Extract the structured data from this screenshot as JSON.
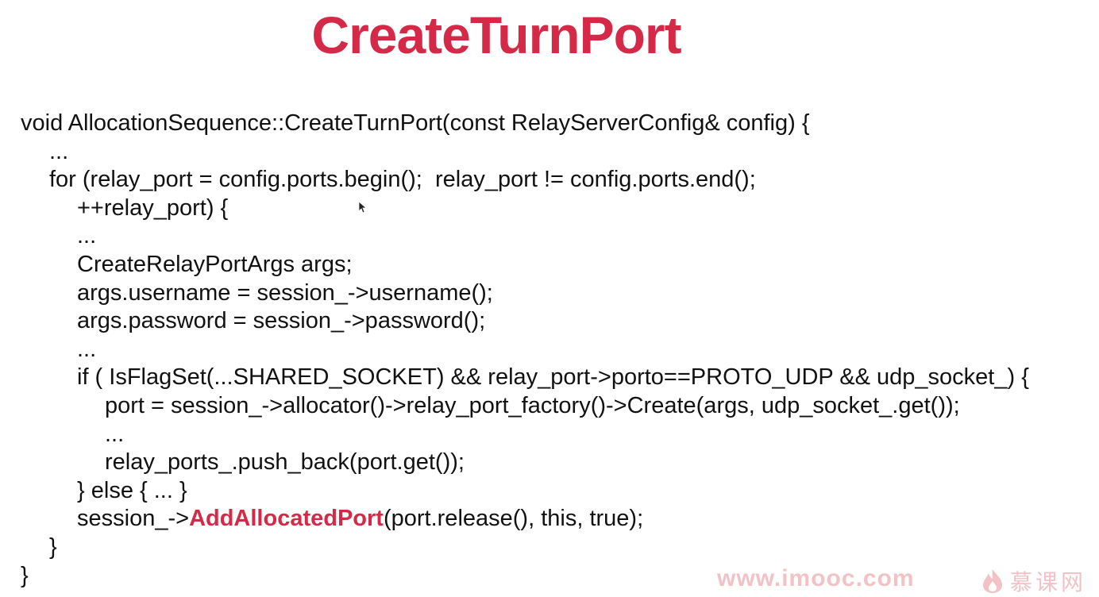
{
  "slide": {
    "title": "CreateTurnPort"
  },
  "code": {
    "lines": [
      {
        "indent": 0,
        "text": "void AllocationSequence::CreateTurnPort(const RelayServerConfig& config) {"
      },
      {
        "indent": 1,
        "text": "..."
      },
      {
        "indent": 1,
        "text": "for (relay_port = config.ports.begin();  relay_port != config.ports.end();"
      },
      {
        "indent": 2,
        "text": "++relay_port) {"
      },
      {
        "indent": 2,
        "text": "..."
      },
      {
        "indent": 2,
        "text": "CreateRelayPortArgs args;"
      },
      {
        "indent": 2,
        "text": "args.username = session_->username();"
      },
      {
        "indent": 2,
        "text": "args.password = session_->password();"
      },
      {
        "indent": 2,
        "text": "..."
      },
      {
        "indent": 2,
        "text": "if ( IsFlagSet(...SHARED_SOCKET) && relay_port->porto==PROTO_UDP && udp_socket_) {"
      },
      {
        "indent": 3,
        "text": "port = session_->allocator()->relay_port_factory()->Create(args, udp_socket_.get());"
      },
      {
        "indent": 3,
        "text": "..."
      },
      {
        "indent": 3,
        "text": "relay_ports_.push_back(port.get());"
      },
      {
        "indent": 2,
        "text": "} else { ... }"
      },
      {
        "indent": 2,
        "text_before": "session_->",
        "highlight": "AddAllocatedPort",
        "text_after": "(port.release(), this, true);"
      },
      {
        "indent": 1,
        "text": "}"
      },
      {
        "indent": 0,
        "text": "}"
      }
    ]
  },
  "watermark": {
    "url": "www.imooc.com",
    "brand": "慕课网",
    "logo_icon": "flame-logo-icon"
  },
  "colors": {
    "accent": "#d42a48",
    "text": "#111111",
    "watermark": "#f2c2c6"
  }
}
